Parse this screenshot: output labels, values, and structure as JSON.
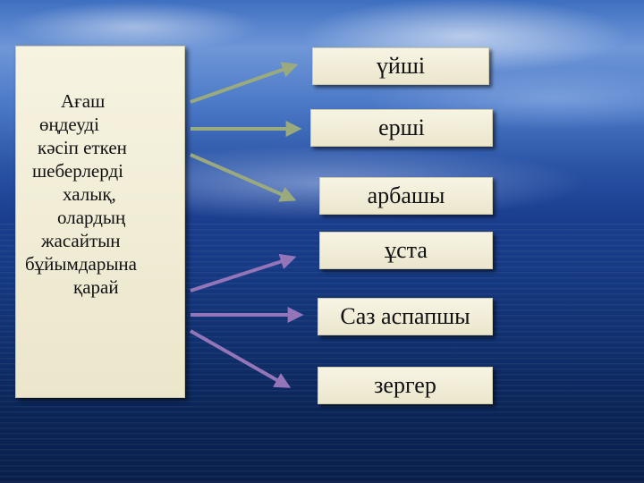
{
  "source": {
    "lines": [
      "Ағаш",
      "өңдеуді",
      "кәсіп  еткен",
      "шеберлерді",
      "халық,",
      "олардың",
      "жасайтын",
      "бұйымдарына",
      "қарай"
    ]
  },
  "targets": [
    "үйші",
    "ерші",
    "арбашы",
    "ұста",
    "Саз  аспапшы",
    "зергер"
  ],
  "colors": {
    "arrow_upper": "#9aaa7e",
    "arrow_lower": "#9475b8"
  }
}
